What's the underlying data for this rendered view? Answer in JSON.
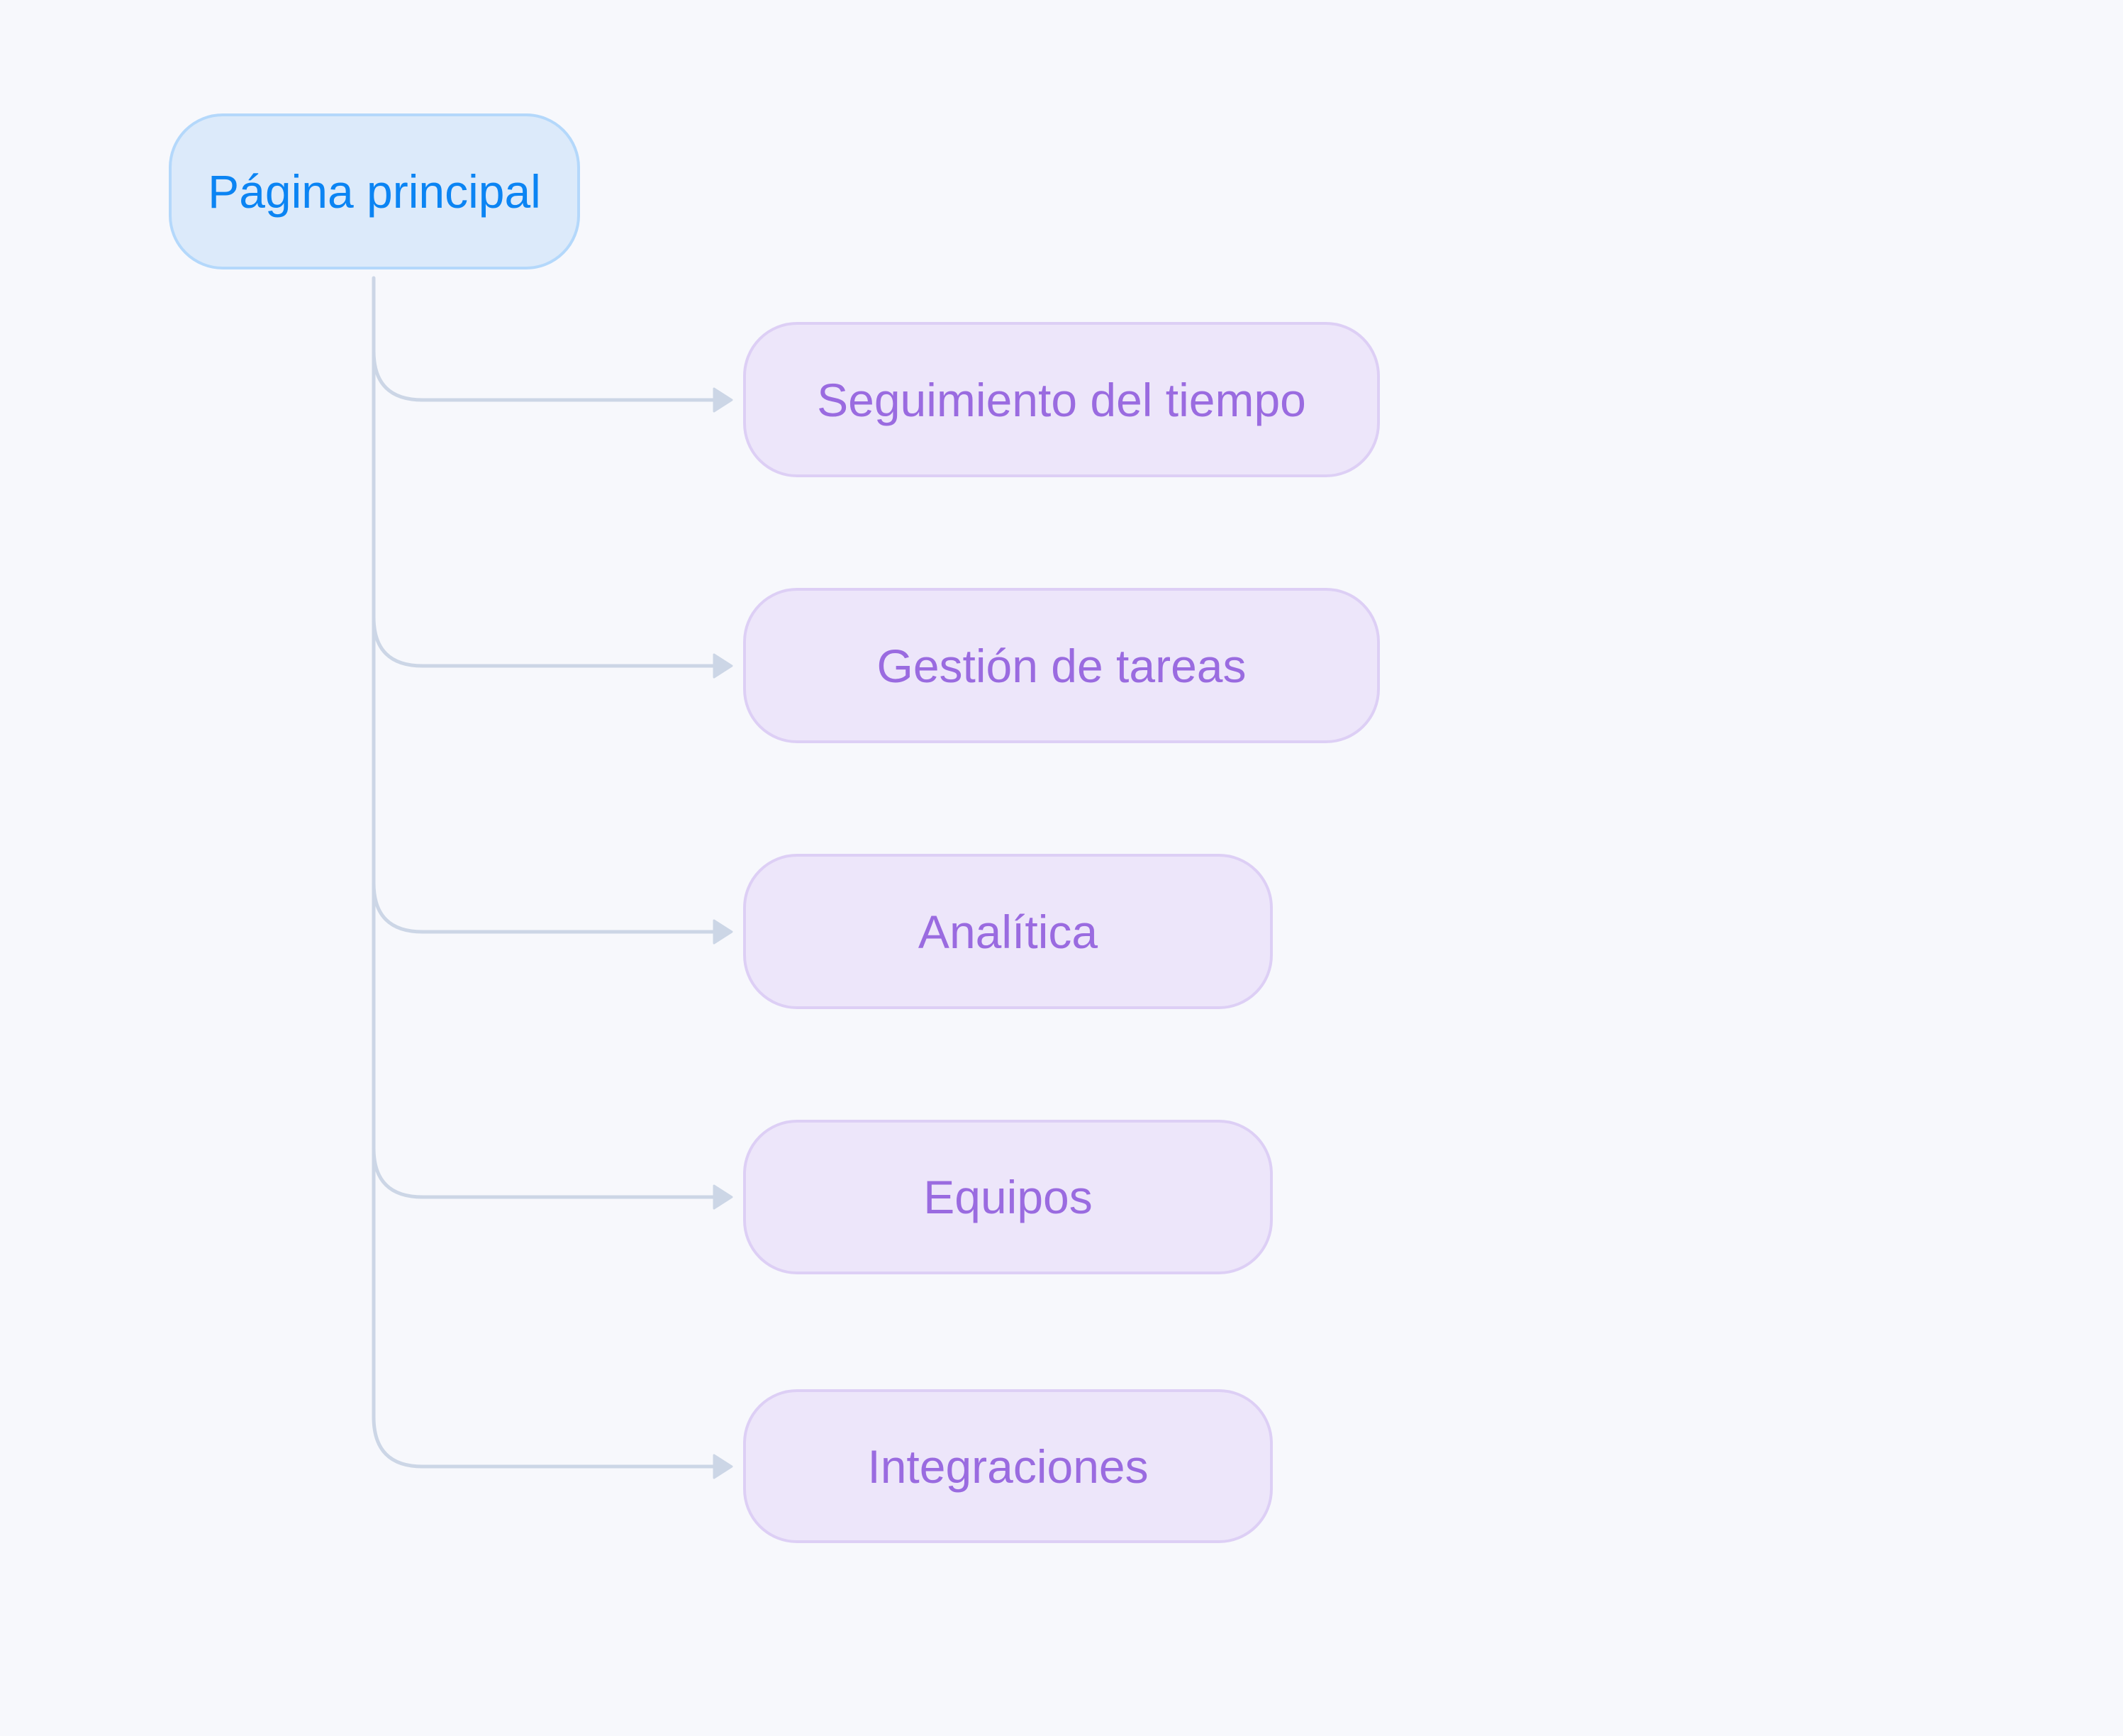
{
  "diagram": {
    "type": "tree",
    "colors": {
      "background": "#f7f8fc",
      "root_fill": "#dceafa",
      "root_border": "#b4d8fb",
      "root_text": "#0b84f3",
      "child_fill": "#ede6fa",
      "child_border": "#ddcff5",
      "child_text": "#9a6be0",
      "connector": "#ccd6e6"
    },
    "root": {
      "label": "Página principal"
    },
    "children": [
      {
        "label": "Seguimiento del tiempo"
      },
      {
        "label": "Gestión de tareas"
      },
      {
        "label": "Analítica"
      },
      {
        "label": "Equipos"
      },
      {
        "label": "Integraciones"
      }
    ],
    "edges": [
      {
        "from": "Página principal",
        "to": "Seguimiento del tiempo"
      },
      {
        "from": "Página principal",
        "to": "Gestión de tareas"
      },
      {
        "from": "Página principal",
        "to": "Analítica"
      },
      {
        "from": "Página principal",
        "to": "Equipos"
      },
      {
        "from": "Página principal",
        "to": "Integraciones"
      }
    ]
  }
}
